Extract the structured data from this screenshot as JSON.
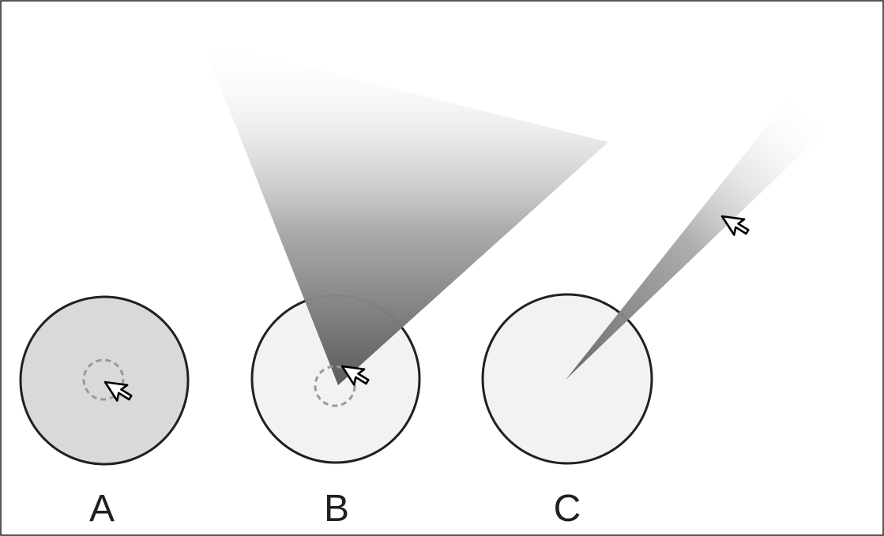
{
  "colors": {
    "frame": "#231f20",
    "circle_stroke": "#231f20",
    "circle_a_fill": "#d9d9d9",
    "circle_fill": "#f2f2f2",
    "dashed_ring": "#999999",
    "cone_dark": "#5c5c5c",
    "cone_light": "#ffffff",
    "cursor_fill": "#ffffff",
    "cursor_stroke": "#000000"
  },
  "icons": {
    "cursor": "arrow-cursor-icon",
    "dashed_ring": "dashed-circle-icon"
  },
  "panels": [
    {
      "id": "a",
      "label": "A"
    },
    {
      "id": "b",
      "label": "B"
    },
    {
      "id": "c",
      "label": "C"
    }
  ]
}
